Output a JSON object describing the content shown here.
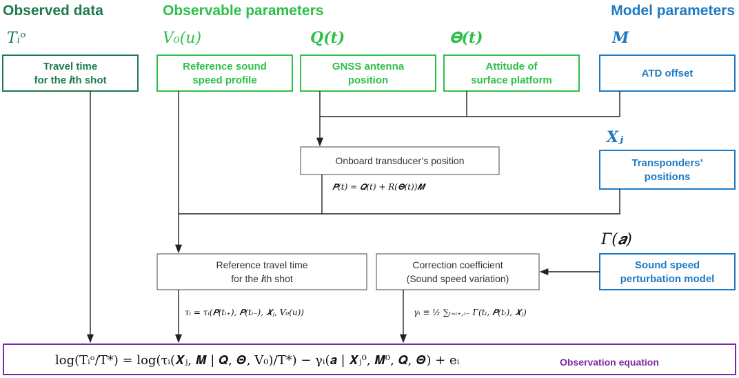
{
  "colors": {
    "observed": "#1e7b4f",
    "observable": "#2fbf4a",
    "model": "#1f7ac4",
    "equation": "#7a2aa3",
    "line": "#222222"
  },
  "headers": {
    "observed": "Observed data",
    "observable": "Observable parameters",
    "model": "Model parameters"
  },
  "symbols": {
    "travel_time": "Tᵢᵒ",
    "sound_speed_profile": "V₀(u)",
    "antenna_position": "𝑸(t)",
    "attitude": "𝚯(t)",
    "atd_offset": "𝑴",
    "transponder_positions": "𝑿ⱼ",
    "perturbation_model": "Γ(𝒂)"
  },
  "boxes": {
    "travel_time": [
      "Travel time",
      "for the 𝒊th shot"
    ],
    "sound_speed_profile": [
      "Reference sound",
      "speed profile"
    ],
    "antenna_position": [
      "GNSS antenna",
      "position"
    ],
    "attitude": [
      "Attitude of",
      "surface platform"
    ],
    "atd_offset": [
      "ATD offset"
    ],
    "transponder_positions": [
      "Transponders’",
      "positions"
    ],
    "perturbation_model": [
      "Sound speed",
      "perturbation model"
    ],
    "transducer_position": [
      "Onboard transducer’s position"
    ],
    "reference_travel_time": [
      "Reference travel time",
      "for the 𝒊th shot"
    ],
    "correction_coefficient": [
      "Correction coefficient",
      "(Sound speed variation)"
    ]
  },
  "equations": {
    "transducer": "𝑷(t) = 𝑸(t) + R(𝚯(t))𝑴",
    "tau": "τᵢ = τᵢ(𝑷(tᵢ₊), 𝑷(tᵢ₋), 𝑿ⱼ, V₀(u))",
    "gamma": "γᵢ ≡ ½ ∑ₗ₌ᵢ₊,ᵢ₋ Γ(tₗ, 𝑷(tₗ), 𝑿ⱼ)",
    "main": "log(Tᵢᵒ/T*) = log(τᵢ(𝑿ⱼ, 𝑴 | 𝑸, 𝜣, V₀)/T*) − γᵢ(𝒂 | 𝑿ⱼ⁰, 𝑴⁰, 𝑸, 𝜣) + eᵢ"
  },
  "observation_equation_label": "Observation equation"
}
